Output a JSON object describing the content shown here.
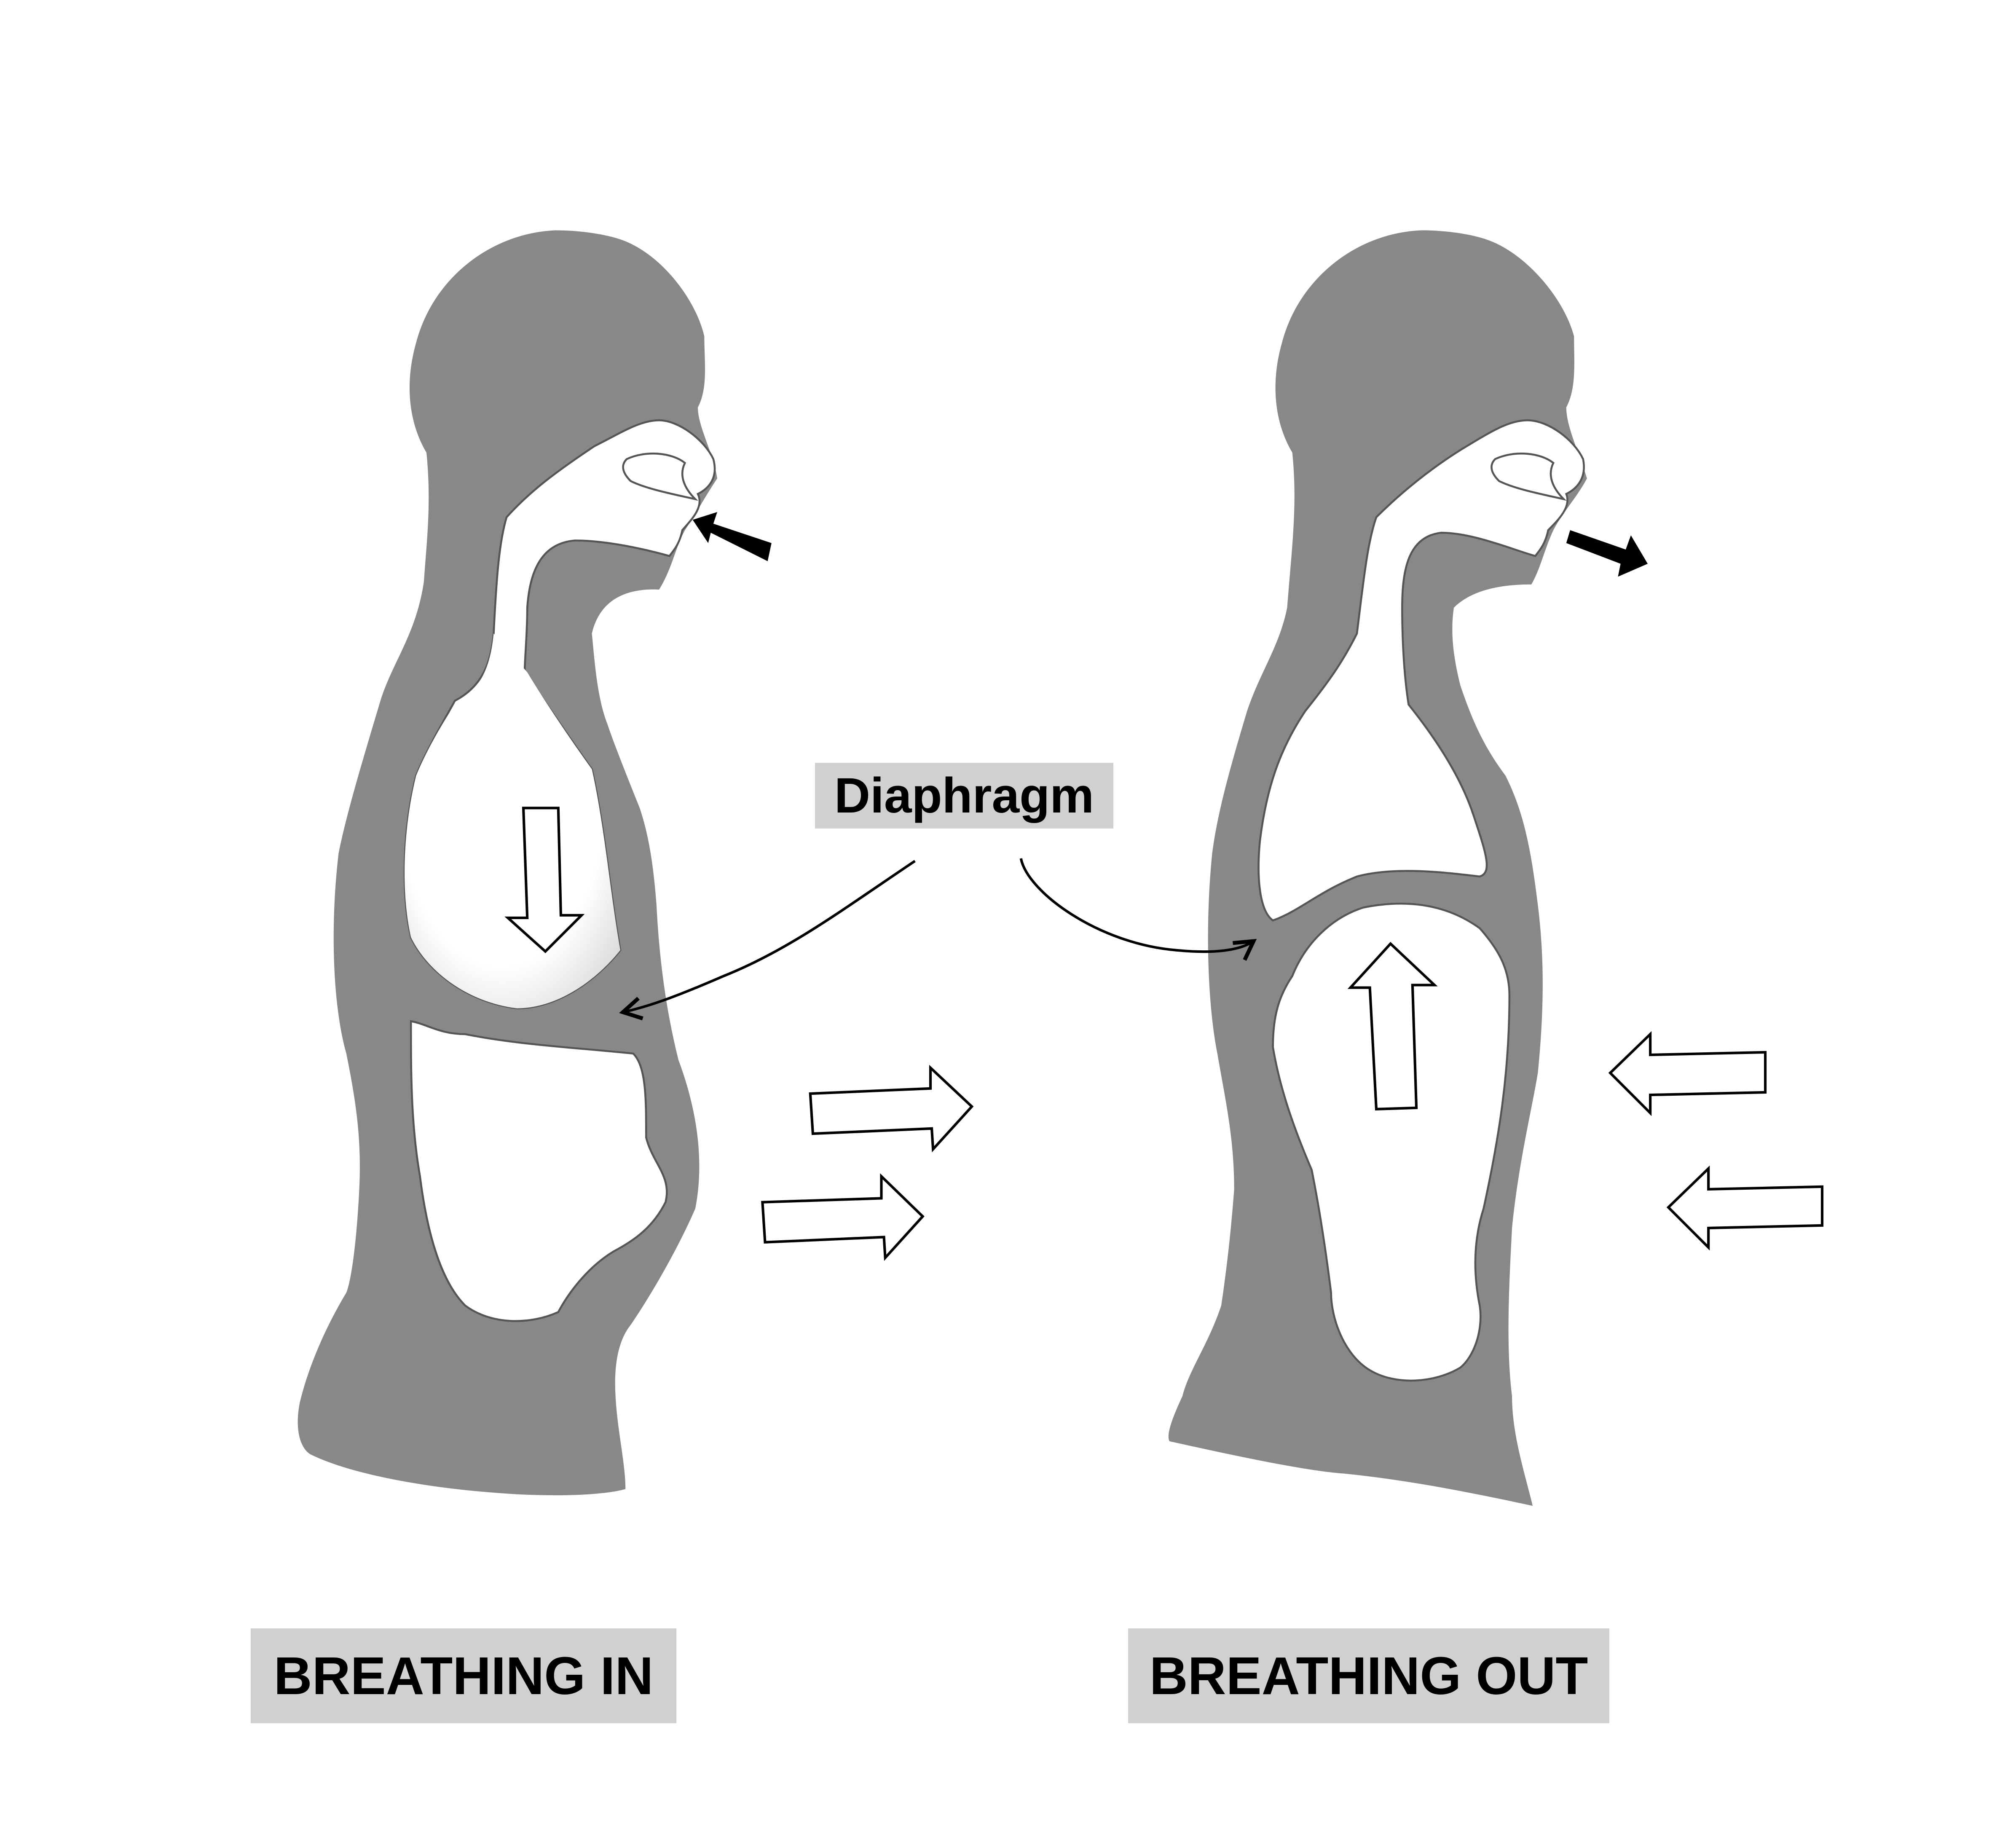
{
  "title": "Breathing mechanism diagram",
  "labels": {
    "diaphragm": "Diaphragm",
    "breathing_in": "BREATHING IN",
    "breathing_out": "BREATHING OUT"
  },
  "colors": {
    "body": "#888888",
    "label_bg": "#d0d0d0",
    "cavity": "#ffffff"
  }
}
